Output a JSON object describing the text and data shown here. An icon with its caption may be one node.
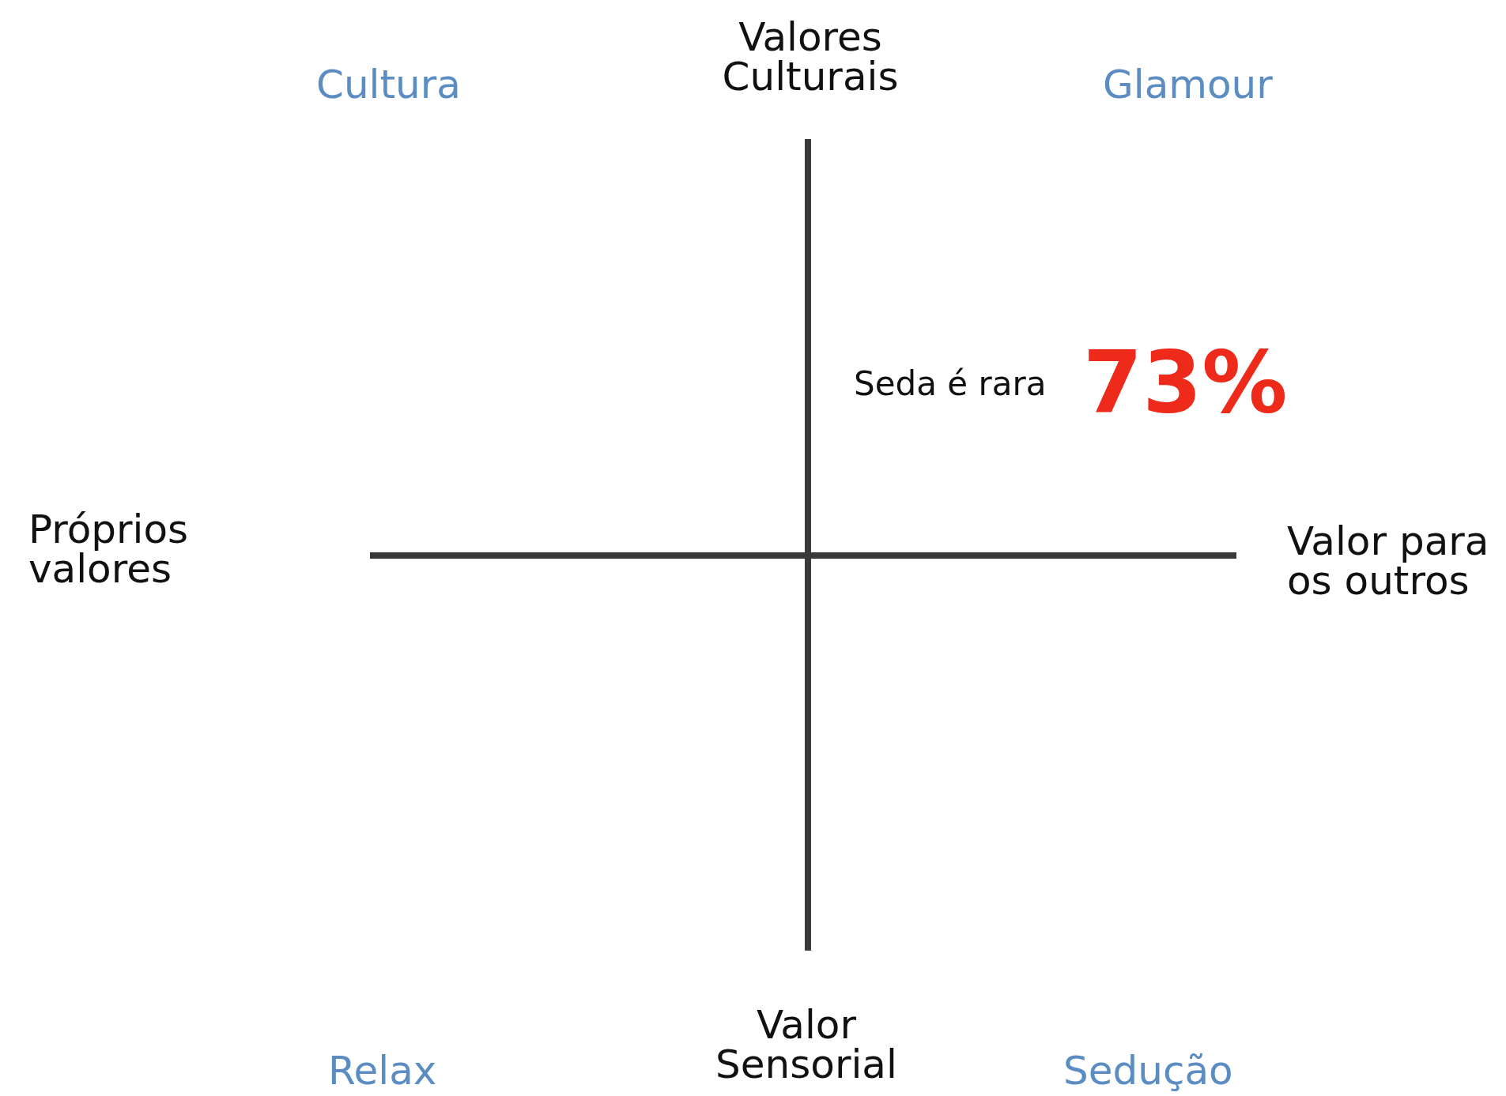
{
  "diagram": {
    "labels": [
      "Valores Culturais",
      "Cultura",
      "Glamour",
      "Seda é rara",
      "73%",
      "Próprios valores",
      "Valor para os outros",
      "Valor Sensorial",
      "Relax",
      "Sedução"
    ]
  }
}
